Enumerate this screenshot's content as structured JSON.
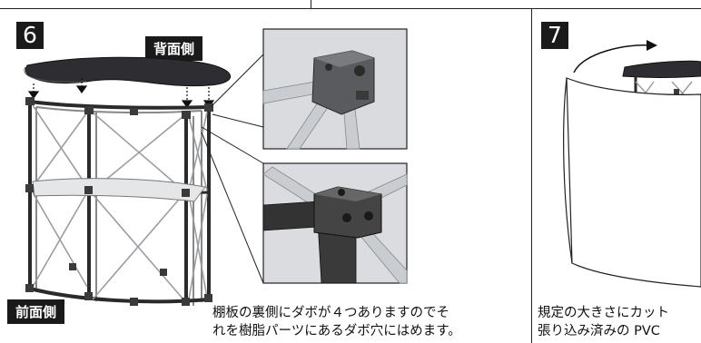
{
  "step6": {
    "number": "6",
    "back_label": "背面側",
    "front_label": "前面側",
    "caption_line1": "棚板の裏側にダボが４つありますのでそ",
    "caption_line2": "れを樹脂パーツにあるダボ穴にはめます。"
  },
  "step7": {
    "number": "7",
    "caption_line1": "規定の大きさにカット",
    "caption_line2": "張り込み済みの PVC"
  },
  "colors": {
    "badge": "#1a1a1a",
    "frame": "#2a2a2a",
    "aluminum": "#c9ccd0",
    "detail_bg": "#d7d9dc",
    "connector": "#3a3a3a",
    "shelf": "#e4e6e8"
  }
}
